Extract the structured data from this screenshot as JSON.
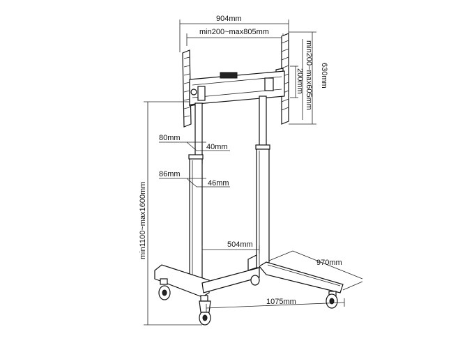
{
  "diagram": {
    "labels": {
      "mount_width": "904mm",
      "vesa_horizontal": "min200~max805mm",
      "mount_height": "630mm",
      "vesa_vertical": "min200~max605mm",
      "vertical_small": "200mm",
      "post_outer_upper": "80mm",
      "post_inner_upper": "40mm",
      "post_outer_lower": "86mm",
      "post_inner_lower": "46mm",
      "column_gap": "504mm",
      "base_depth": "970mm",
      "base_width": "1075mm",
      "total_height": "min1100~max1600mm"
    }
  }
}
